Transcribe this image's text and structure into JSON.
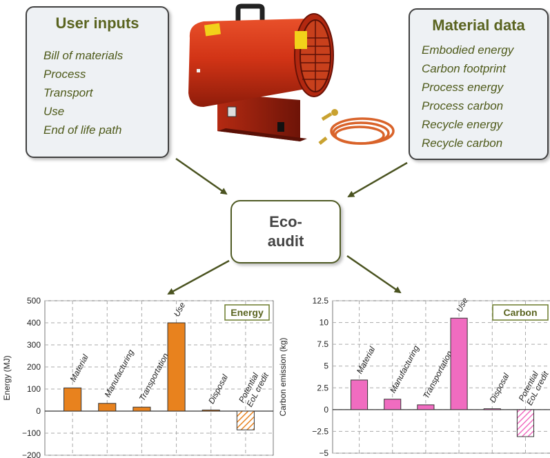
{
  "user_inputs": {
    "title": "User inputs",
    "items": [
      "Bill of materials",
      "Process",
      "Transport",
      "Use",
      "End of life path"
    ]
  },
  "material_data": {
    "title": "Material data",
    "items": [
      "Embodied energy",
      "Carbon footprint",
      "Process energy",
      "Process carbon",
      "Recycle energy",
      "Recycle carbon"
    ]
  },
  "eco_audit": {
    "line1": "Eco-",
    "line2": "audit"
  },
  "colors": {
    "energy_bar": "#e8821e",
    "carbon_bar": "#f06cc0",
    "box_text": "#4e5a1a",
    "arrow": "#4a5320"
  },
  "chart_data": [
    {
      "type": "bar",
      "legend": "Energy",
      "ylabel": "Energy (MJ)",
      "ylim": [
        -200,
        500
      ],
      "yticks": [
        -200,
        -100,
        0,
        100,
        200,
        300,
        400,
        500
      ],
      "ytick_labels": [
        "−200",
        "−100",
        "0",
        "100",
        "200",
        "300",
        "400",
        "500"
      ],
      "categories": [
        "Material",
        "Manufacturing",
        "Transportation",
        "Use",
        "Disposal",
        "Potential EoL credit"
      ],
      "values": [
        105,
        35,
        18,
        400,
        5,
        -85
      ],
      "hatched": [
        false,
        false,
        false,
        false,
        false,
        true
      ],
      "grid": true,
      "legend_position": "top-right"
    },
    {
      "type": "bar",
      "legend": "Carbon",
      "ylabel": "Carbon emission (kg)",
      "ylim": [
        -5,
        12.5
      ],
      "yticks": [
        -5,
        -2.5,
        0,
        2.5,
        5,
        7.5,
        10,
        12.5
      ],
      "ytick_labels": [
        "−5",
        "−2.5",
        "0",
        "2.5",
        "5",
        "7.5",
        "10",
        "12.5"
      ],
      "categories": [
        "Material",
        "Manufacturing",
        "Transportation",
        "Use",
        "Disposal",
        "Potential EoL credit"
      ],
      "values": [
        3.4,
        1.2,
        0.55,
        10.5,
        0.1,
        -3.1
      ],
      "hatched": [
        false,
        false,
        false,
        false,
        false,
        true
      ],
      "grid": true,
      "legend_position": "top-right"
    }
  ]
}
